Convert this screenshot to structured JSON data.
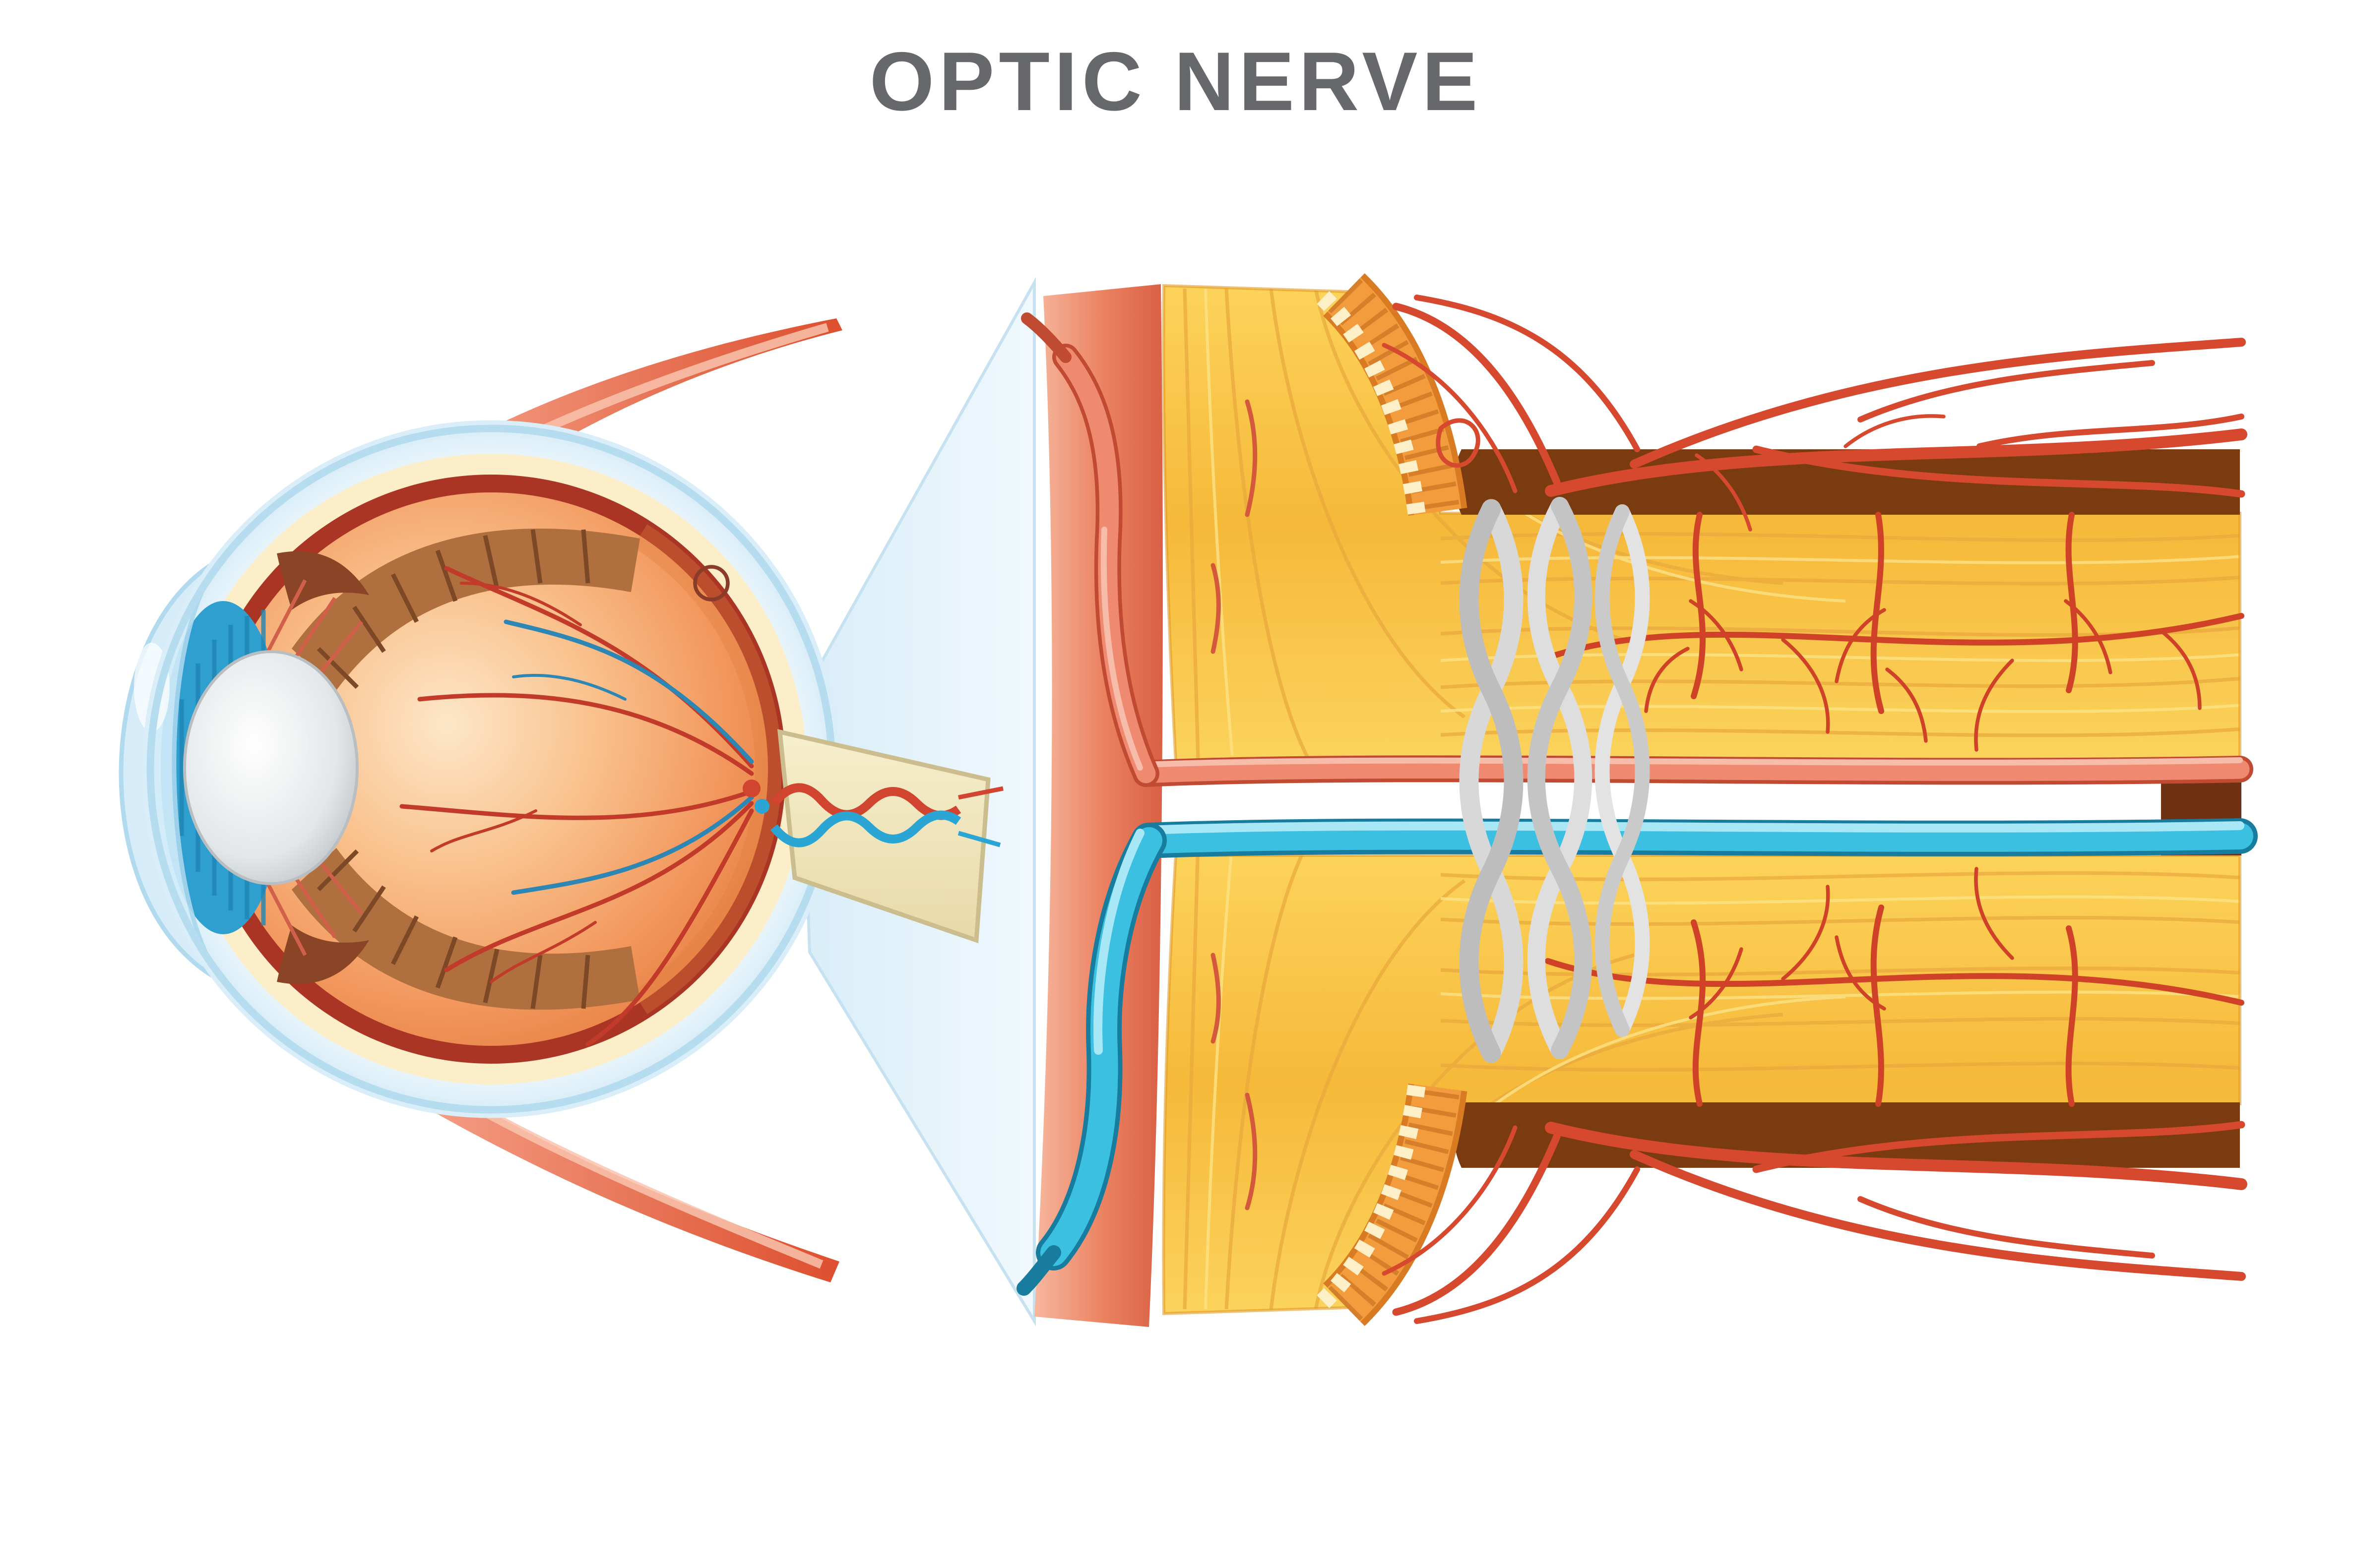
{
  "header": {
    "title": "OPTIC NERVE"
  },
  "colors": {
    "background": "#ffffff",
    "title_text": "#66686c",
    "beam_blue": "#cfe9f7",
    "sclera_blue": "#bfe2f2",
    "sclera_cream": "#fbeec9",
    "choroid_red": "#ab3524",
    "eye_interior_orange": "#f6a96b",
    "muscle_red": "#dd4f2f",
    "iris_blue": "#2f9fd0",
    "lens_gray": "#c6cbcf",
    "nerve_yellow": "#f7bb37",
    "fiber_line_orange": "#e9a83d",
    "lamina_orange": "#f29c3e",
    "dura_brown": "#7b3b10",
    "artery_red": "#d6492f",
    "artery_salmon": "#ef8a70",
    "vein_blue": "#3cc0e2",
    "sheath_salmon": "#ea8160",
    "braid_gray": "#cfcfcf"
  },
  "diagram": {
    "type": "medical-illustration",
    "panels": [
      {
        "name": "eye-cross-section"
      },
      {
        "name": "optic-nerve-magnified"
      }
    ]
  }
}
